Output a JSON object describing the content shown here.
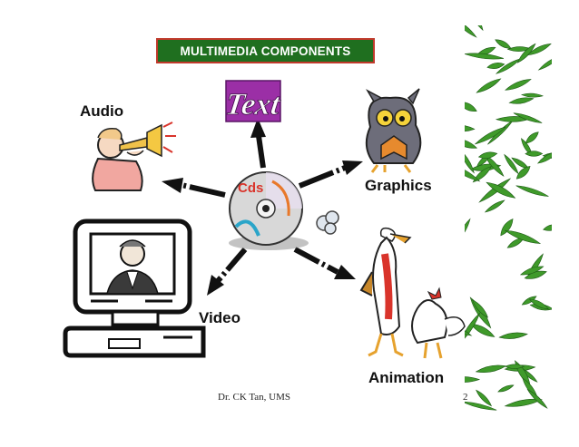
{
  "title": "MULTIMEDIA COMPONENTS",
  "labels": {
    "audio": "Audio",
    "graphics": "Graphics",
    "video": "Video",
    "animation": "Animation"
  },
  "clipart_text": {
    "text_word": "Text",
    "cd_label": "Cds"
  },
  "footer": {
    "author": "Dr. CK Tan, UMS",
    "page_number": "2"
  },
  "colors": {
    "title_bg": "#1f6f1f",
    "title_border": "#c0392b",
    "bamboo": "#3f9a2a",
    "text_art": "#9b2fa6",
    "arrow": "#111111"
  },
  "icons": [
    "cd-disc-icon",
    "text-wordart-icon",
    "trumpet-player-icon",
    "owl-reading-icon",
    "computer-monitor-icon",
    "stork-rooster-icon",
    "bamboo-decoration"
  ]
}
